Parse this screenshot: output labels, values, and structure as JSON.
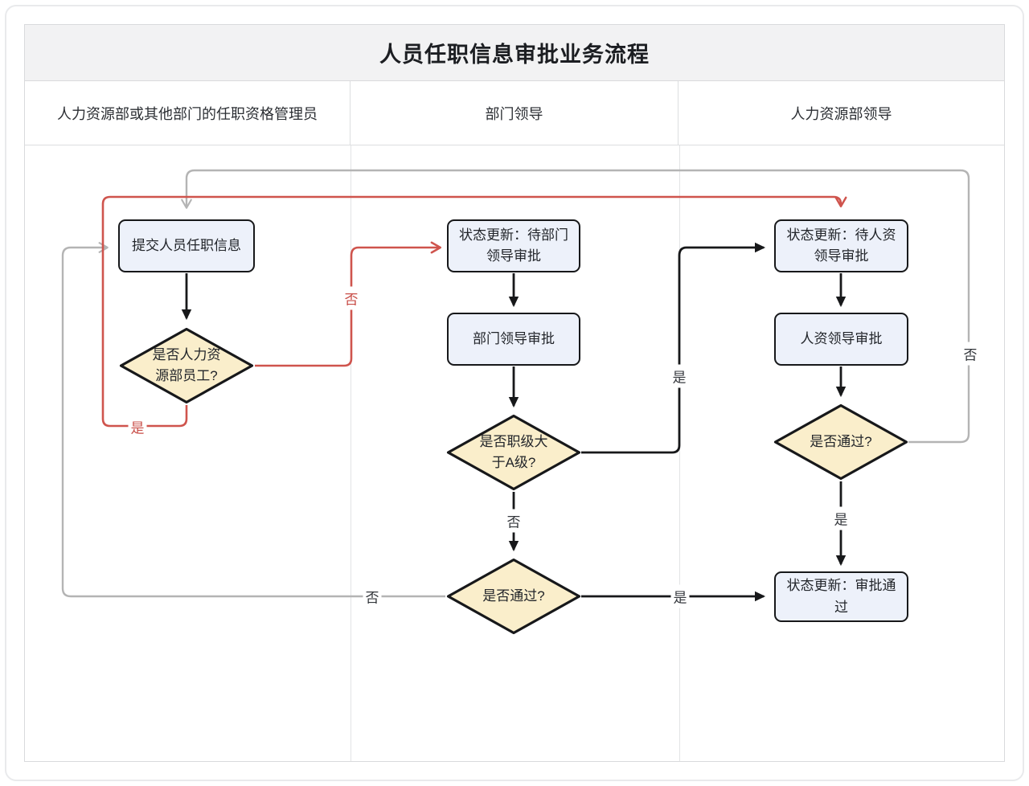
{
  "title": "人员任职信息审批业务流程",
  "lanes": [
    "人力资源部或其他部门的任职资格管理员",
    "部门领导",
    "人力资源部领导"
  ],
  "nodes": {
    "submit": {
      "label": "提交人员任职信息",
      "type": "process"
    },
    "is_hr_employee": {
      "label": "是否人力资源部员工?",
      "type": "decision"
    },
    "status_dept": {
      "label": "状态更新：待部门领导审批",
      "type": "process"
    },
    "dept_approve": {
      "label": "部门领导审批",
      "type": "process"
    },
    "is_above_a": {
      "label": "是否职级大于A级?",
      "type": "decision"
    },
    "dept_pass": {
      "label": "是否通过?",
      "type": "decision"
    },
    "status_hr": {
      "label": "状态更新：待人资领导审批",
      "type": "process"
    },
    "hr_approve": {
      "label": "人资领导审批",
      "type": "process"
    },
    "hr_pass": {
      "label": "是否通过?",
      "type": "decision"
    },
    "final": {
      "label": "状态更新：审批通过",
      "type": "process"
    }
  },
  "edge_labels": {
    "no_hr_employee": "否",
    "yes_hr_employee": "是",
    "no_rank": "否",
    "yes_rank": "是",
    "no_dept_pass": "否",
    "yes_dept_pass": "是",
    "yes_hr_pass": "是",
    "no_hr_pass": "否"
  },
  "colors": {
    "accent_red": "#cf544d",
    "line_black": "#17181a",
    "line_gray": "#b4b4b4",
    "box_fill": "#edf1fa",
    "diamond_fill": "#faeecb",
    "title_bg": "#f2f2f3",
    "table_border": "#d9dadc"
  }
}
